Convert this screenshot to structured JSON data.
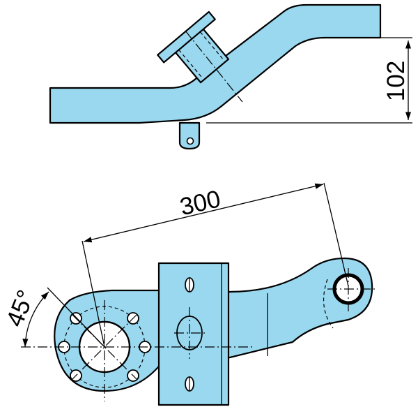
{
  "drawing": {
    "part_color": "#99d8ef",
    "line_color": "#000000",
    "background": "#ffffff"
  },
  "dimensions": {
    "height_offset": "102",
    "center_distance": "300",
    "bolt_angle": "45°"
  }
}
